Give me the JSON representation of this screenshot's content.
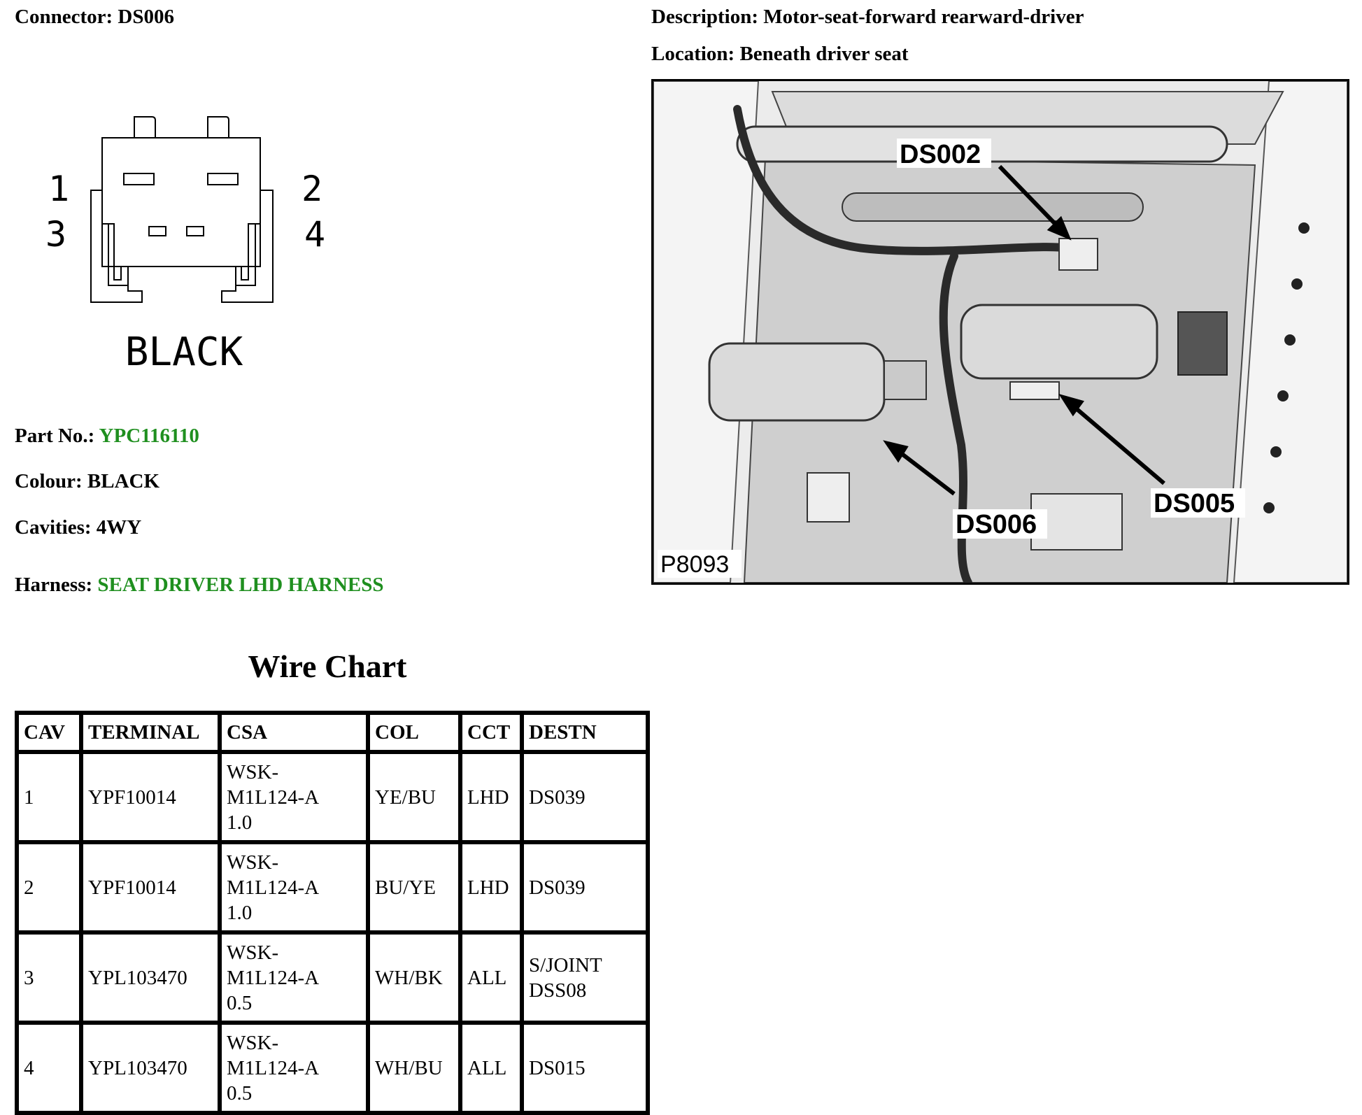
{
  "connector": {
    "label": "Connector:",
    "value": "DS006"
  },
  "description": {
    "label": "Description:",
    "value": "Motor-seat-forward rearward-driver"
  },
  "location": {
    "label": "Location:",
    "value": "Beneath driver seat"
  },
  "diagram": {
    "pins": [
      "1",
      "2",
      "3",
      "4"
    ],
    "colour_label": "BLACK"
  },
  "details": {
    "part_no_label": "Part No.:",
    "part_no": "YPC116110",
    "colour_label": "Colour:",
    "colour": "BLACK",
    "cavities_label": "Cavities:",
    "cavities": "4WY",
    "harness_label": "Harness:",
    "harness": "SEAT DRIVER LHD HARNESS"
  },
  "photo": {
    "callouts": [
      "DS002",
      "DS005",
      "DS006"
    ],
    "ref": "P8093"
  },
  "wire_chart": {
    "title": "Wire Chart",
    "headers": [
      "CAV",
      "TERMINAL",
      "CSA",
      "COL",
      "CCT",
      "DESTN"
    ],
    "rows": [
      {
        "cav": "1",
        "terminal": "YPF10014",
        "csa": [
          "WSK-",
          "M1L124-A",
          "1.0"
        ],
        "col": "YE/BU",
        "cct": "LHD",
        "destn": [
          "DS039"
        ]
      },
      {
        "cav": "2",
        "terminal": "YPF10014",
        "csa": [
          "WSK-",
          "M1L124-A",
          "1.0"
        ],
        "col": "BU/YE",
        "cct": "LHD",
        "destn": [
          "DS039"
        ]
      },
      {
        "cav": "3",
        "terminal": "YPL103470",
        "csa": [
          "WSK-",
          "M1L124-A",
          "0.5"
        ],
        "col": "WH/BK",
        "cct": "ALL",
        "destn": [
          "S/JOINT",
          "DSS08"
        ]
      },
      {
        "cav": "4",
        "terminal": "YPL103470",
        "csa": [
          "WSK-",
          "M1L124-A",
          "0.5"
        ],
        "col": "WH/BU",
        "cct": "ALL",
        "destn": [
          "DS015"
        ]
      }
    ]
  },
  "colors": {
    "link_green": "#1f8f1f"
  }
}
